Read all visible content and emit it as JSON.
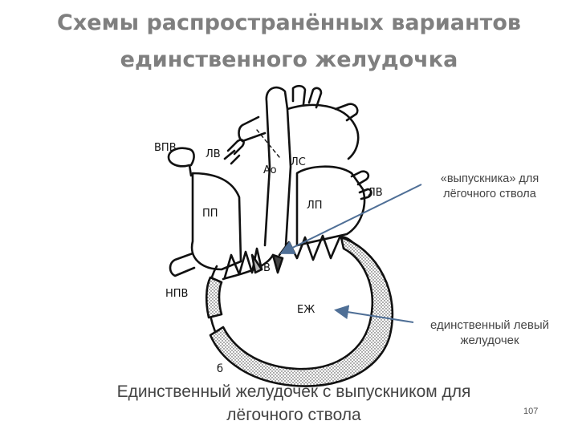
{
  "slide": {
    "title_line1": "Схемы распространённых вариантов",
    "title_line2": "единственного желудочка",
    "caption_line1": "Единственный желудочек с выпускником для",
    "caption_line2": "лёгочного ствола",
    "page_number": "107"
  },
  "callouts": {
    "outlet_line1": "«выпускника»  для",
    "outlet_line2": "лёгочного ствола",
    "ventricle_line1": "единственный левый",
    "ventricle_line2": "желудочек"
  },
  "diagram_labels": {
    "svc": "ВПВ",
    "pv_left": "ЛВ",
    "pv_right": "ЛВ",
    "ao": "Ao",
    "ls": "ЛС",
    "ra": "ПП",
    "la": "ЛП",
    "ivc": "НПВ",
    "v": "В",
    "ev": "ЕЖ",
    "fig": "б"
  },
  "colors": {
    "title": "#7f7f7f",
    "text": "#444444",
    "arrow": "#4f6f96",
    "line": "#111111"
  }
}
